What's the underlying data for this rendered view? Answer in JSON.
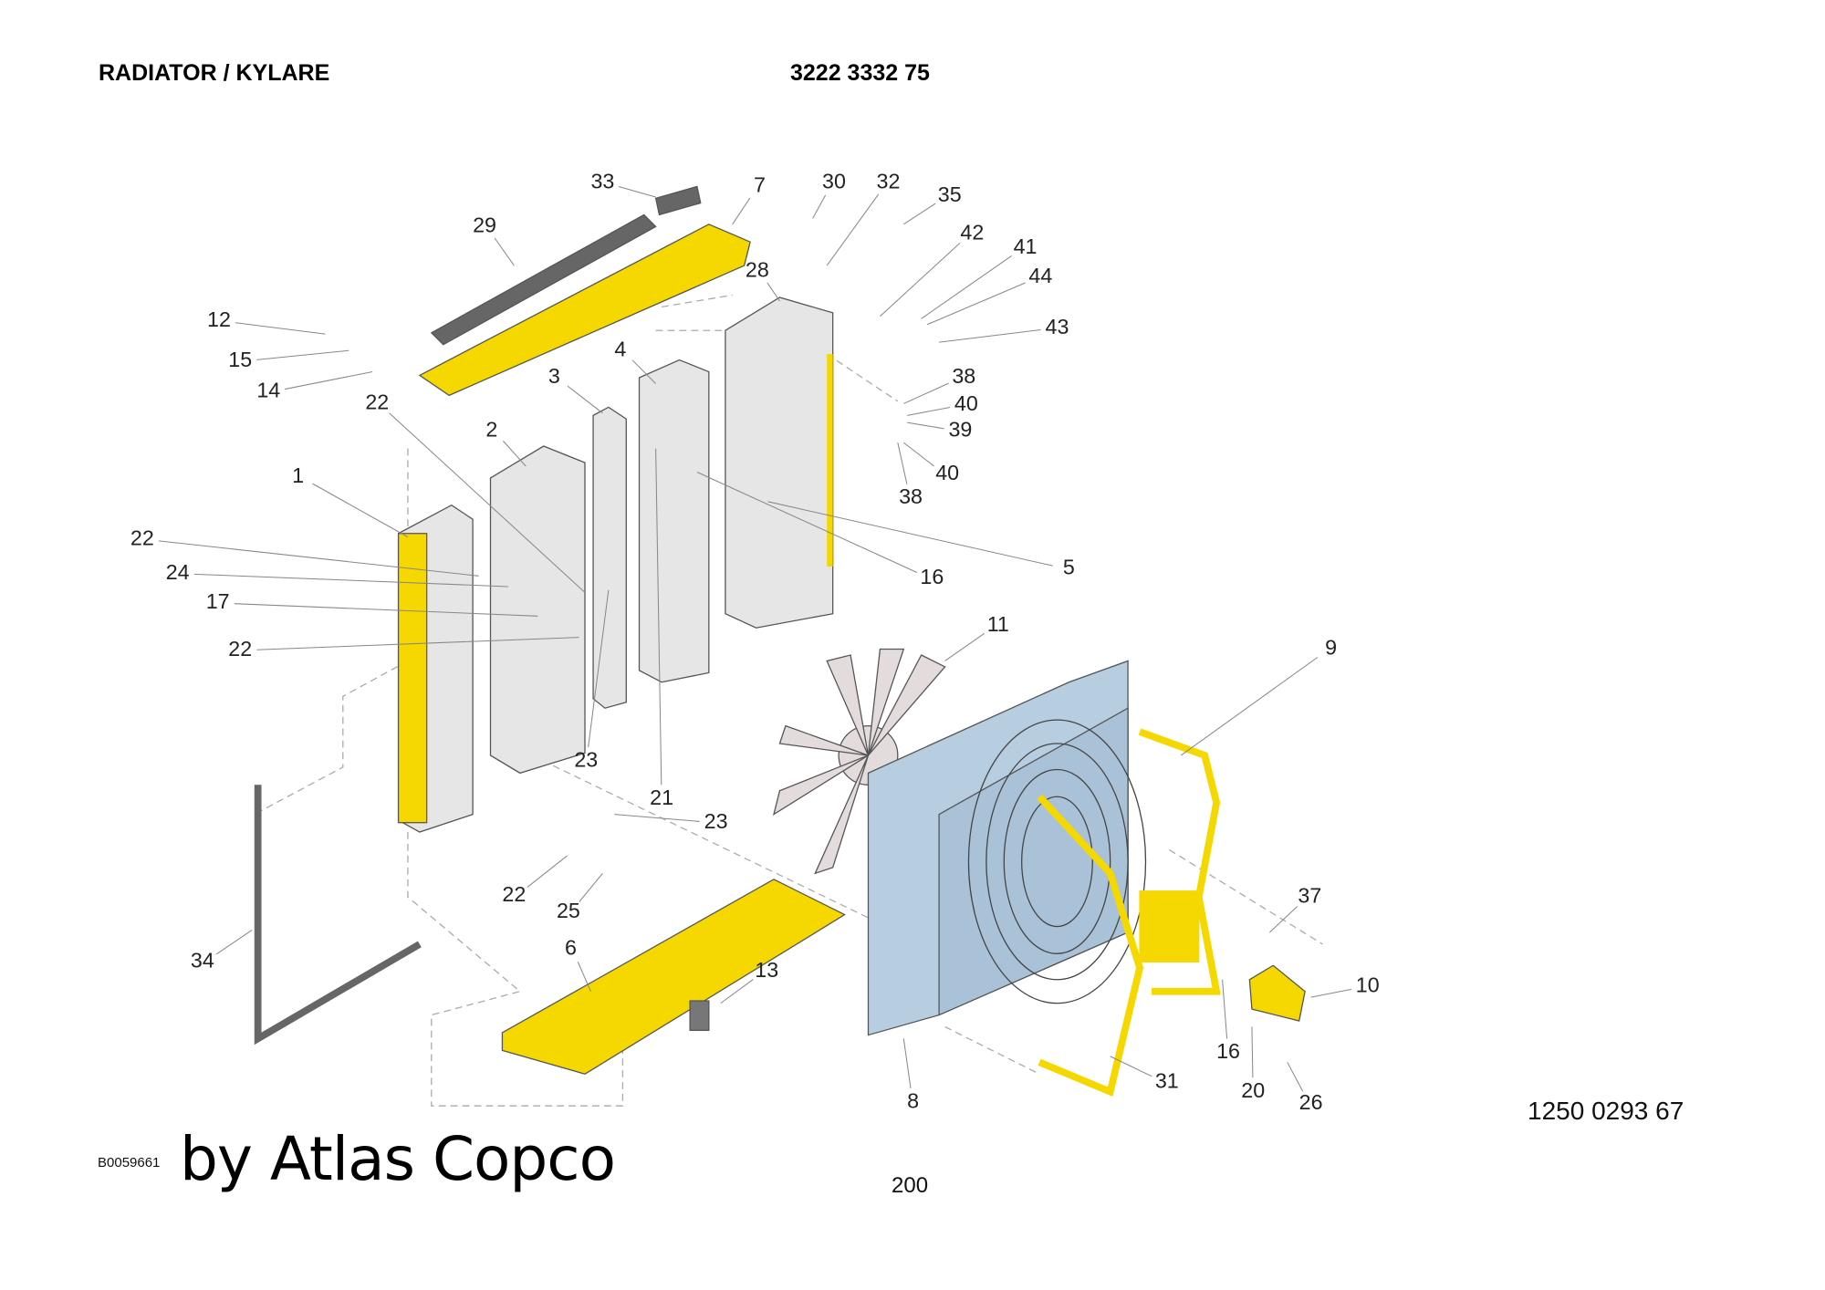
{
  "header": {
    "title": "RADIATOR / KYLARE",
    "part_number": "3222 3332 75"
  },
  "footer": {
    "reference_number": "1250 0293 67",
    "drawing_number": "B0059661",
    "brand": "by Atlas Copco",
    "page": "200"
  },
  "callouts": [
    "33",
    "7",
    "30",
    "32",
    "35",
    "29",
    "42",
    "41",
    "44",
    "28",
    "43",
    "12",
    "15",
    "14",
    "4",
    "3",
    "38",
    "22",
    "40",
    "39",
    "2",
    "38",
    "40",
    "1",
    "16",
    "5",
    "22",
    "24",
    "17",
    "22",
    "11",
    "9",
    "23",
    "21",
    "23",
    "22",
    "25",
    "37",
    "34",
    "6",
    "13",
    "10",
    "16",
    "20",
    "26",
    "31",
    "8"
  ],
  "colors": {
    "frame_yellow": "#f5d800",
    "radiator_grey": "#e6e6e6",
    "shroud_blue": "#b7cde0",
    "outline": "#555555"
  }
}
